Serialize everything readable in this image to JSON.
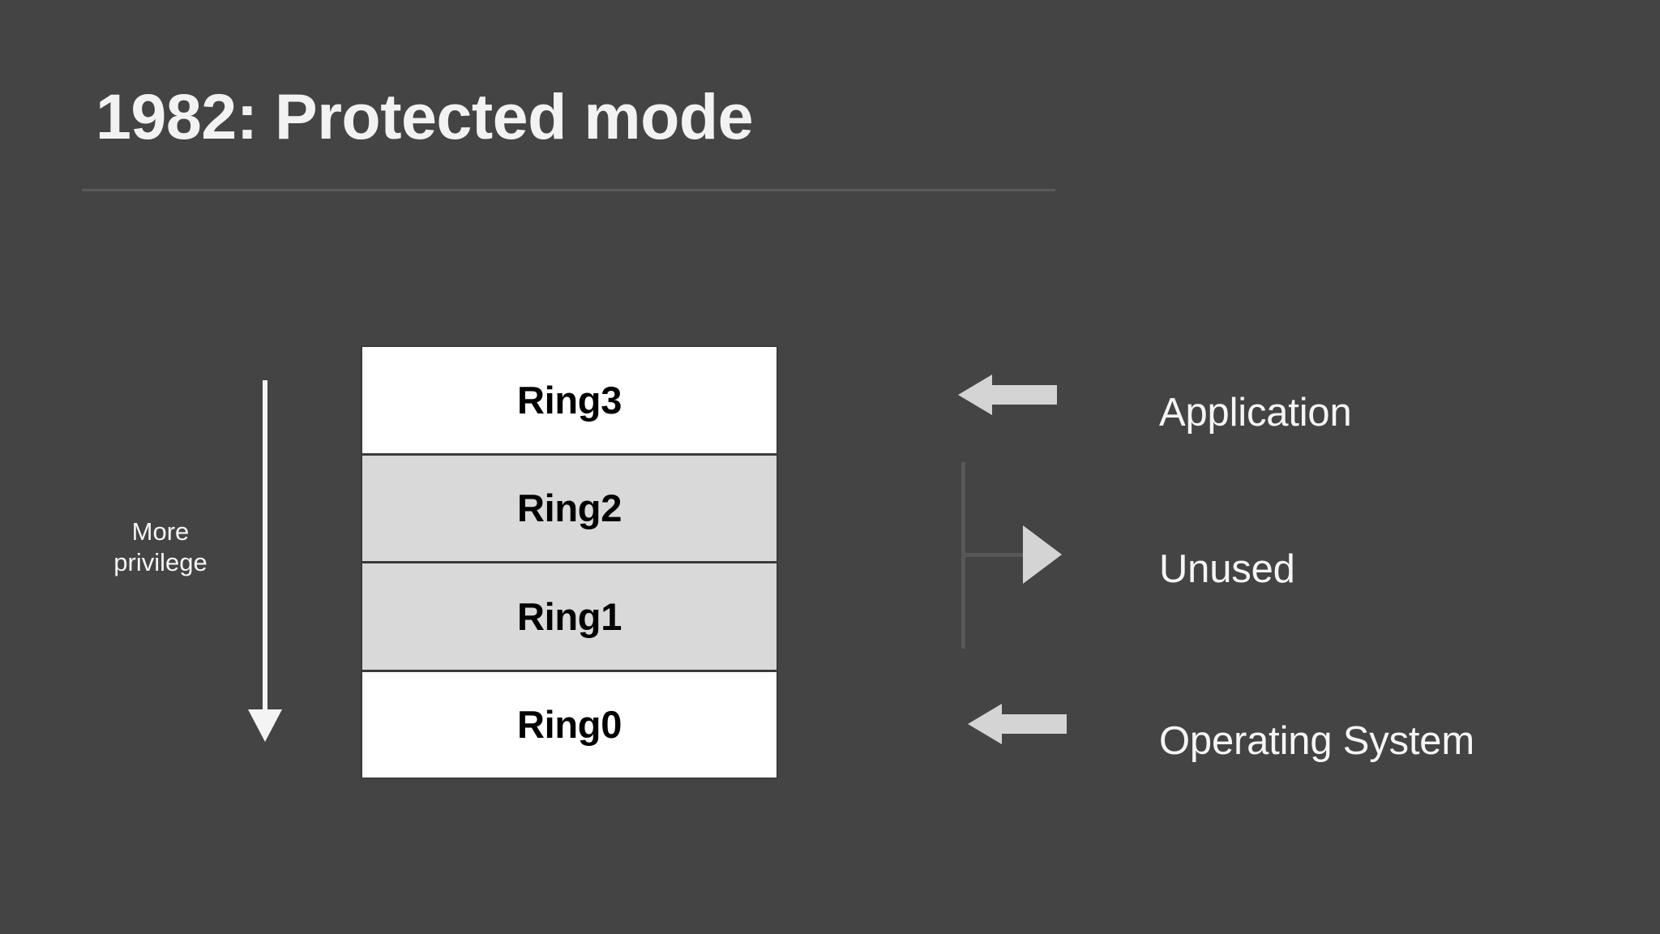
{
  "slide": {
    "background_color": "#444444",
    "title": "1982: Protected mode",
    "title_color": "#f2f2f2",
    "rule_color": "#5b5b5b"
  },
  "privilege_axis": {
    "label_line1": "More",
    "label_line2": "privilege",
    "direction": "down",
    "arrow_color": "#f4f4f4"
  },
  "ring_stack": {
    "rows": [
      {
        "label": "Ring3",
        "fill": "#ffffff",
        "style": "white"
      },
      {
        "label": "Ring2",
        "fill": "#d9d9d9",
        "style": "gray"
      },
      {
        "label": "Ring1",
        "fill": "#d9d9d9",
        "style": "gray"
      },
      {
        "label": "Ring0",
        "fill": "#ffffff",
        "style": "white"
      }
    ],
    "border_color": "#3b3b3b",
    "text_color": "#000000"
  },
  "annotations": [
    {
      "label": "Application",
      "target_ring": "Ring3",
      "connector": "left-block-arrow",
      "connector_color": "#d4d4d4"
    },
    {
      "label": "Unused",
      "target_ring": "Ring2, Ring1",
      "connector": "bracket-right-arrow",
      "connector_color": "#585858",
      "arrowhead_color": "#d4d4d4"
    },
    {
      "label": "Operating System",
      "target_ring": "Ring0",
      "connector": "left-block-arrow",
      "connector_color": "#d4d4d4"
    }
  ]
}
